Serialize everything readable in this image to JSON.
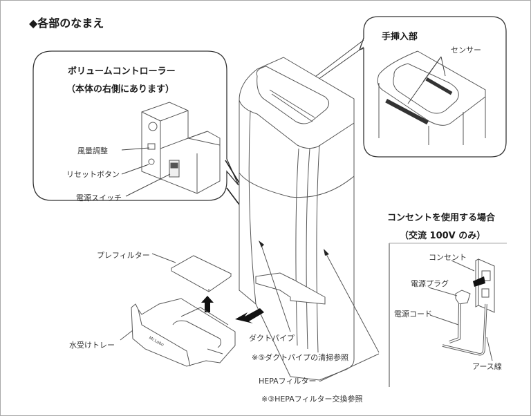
{
  "page": {
    "title": "◆各部のなまえ"
  },
  "volume_controller_callout": {
    "title": "ボリュームコントローラー",
    "subtitle": "（本体の右側にあります）",
    "labels": {
      "fan_speed": "風量調整",
      "reset_button": "リセットボタン",
      "power_switch": "電源スイッチ"
    }
  },
  "hand_insert_callout": {
    "title": "手挿入部",
    "sensor_label": "センサー"
  },
  "outlet_section": {
    "title": "コンセントを使用する場合",
    "subtitle": "（交流 100V のみ）",
    "labels": {
      "outlet": "コンセント",
      "power_plug": "電源プラグ",
      "power_cord": "電源コード",
      "earth_wire": "アース線"
    }
  },
  "parts": {
    "pre_filter": "プレフィルター",
    "water_tray": "水受けトレー",
    "duct_pipe": "ダクトパイプ",
    "duct_pipe_note": "※⑤ダクトパイプの清掃参照",
    "hepa_filter": "HEPAフィルター",
    "hepa_filter_note": "※③HEPAフィルター交換参照",
    "tray_brand": "Mr.Labo"
  }
}
